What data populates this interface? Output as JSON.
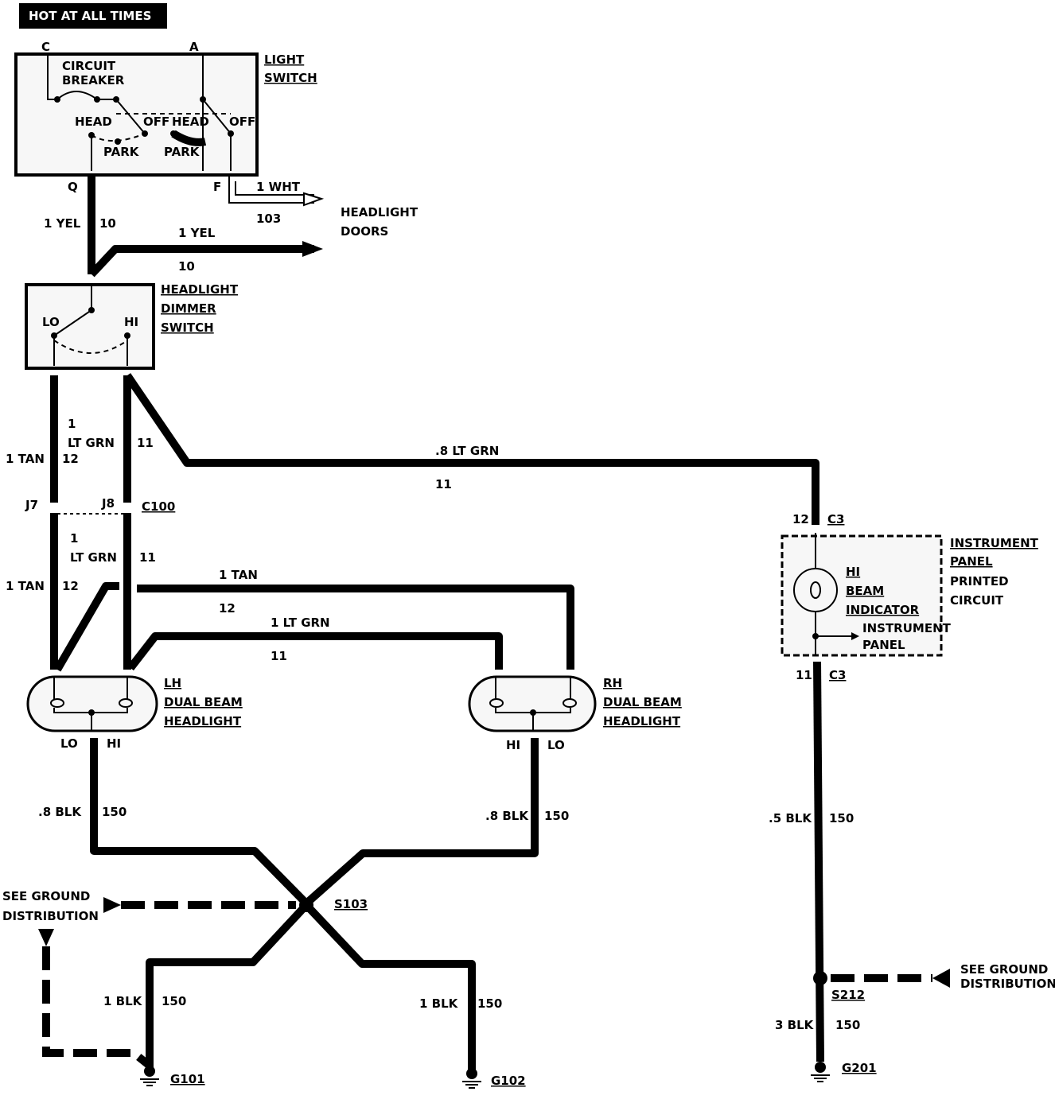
{
  "header": {
    "hot_label": "HOT AT ALL TIMES"
  },
  "light_switch": {
    "title1": "LIGHT",
    "title2": "SWITCH",
    "pin_c": "C",
    "pin_a": "A",
    "pin_q": "Q",
    "pin_f": "F",
    "circuit_breaker1": "CIRCUIT",
    "circuit_breaker2": "BREAKER",
    "head_left": "HEAD",
    "off_left": "OFF",
    "park_left": "PARK",
    "head_right": "HEAD",
    "off_right": "OFF",
    "park_right": "PARK"
  },
  "wires": {
    "q_gauge": "1 YEL",
    "q_circuit": "10",
    "f_gauge": "1 WHT",
    "f_circuit": "103",
    "yel_gauge": "1 YEL",
    "yel_circuit": "10",
    "lo_gauge": "1 TAN",
    "lo_circuit": "12",
    "hi_gauge1": "1",
    "hi_gauge2": "LT GRN",
    "hi_circuit": "11",
    "ind_gauge": ".8 LT GRN",
    "ind_circuit": "11",
    "lo2_gauge": "1 TAN",
    "lo2_circuit": "12",
    "hi2_gauge1": "1",
    "hi2_gauge2": "LT GRN",
    "hi2_circuit": "11",
    "tan_rh_gauge": "1 TAN",
    "tan_rh_circuit": "12",
    "grn_rh_gauge": "1 LT GRN",
    "grn_rh_circuit": "11",
    "lh_gnd_gauge": ".8 BLK",
    "lh_gnd_circuit": "150",
    "rh_gnd_gauge": ".8 BLK",
    "rh_gnd_circuit": "150",
    "ip_gnd_gauge": ".5 BLK",
    "ip_gnd_circuit": "150",
    "g101_gauge": "1 BLK",
    "g101_circuit": "150",
    "g102_gauge": "1 BLK",
    "g102_circuit": "150",
    "g201_gauge": "3 BLK",
    "g201_circuit": "150"
  },
  "headlight_doors": {
    "line1": "HEADLIGHT",
    "line2": "DOORS"
  },
  "dimmer": {
    "title1": "HEADLIGHT",
    "title2": "DIMMER",
    "title3": "SWITCH",
    "lo": "LO",
    "hi": "HI"
  },
  "connectors": {
    "j7": "J7",
    "j8": "J8",
    "c100": "C100",
    "c3_top_pin": "12",
    "c3_top": "C3",
    "c3_bot_pin": "11",
    "c3_bot": "C3"
  },
  "instrument_panel": {
    "title1": "INSTRUMENT",
    "title2": "PANEL",
    "title3": "PRINTED",
    "title4": "CIRCUIT",
    "ind1": "HI",
    "ind2": "BEAM",
    "ind3": "INDICATOR",
    "ip1": "INSTRUMENT",
    "ip2": "PANEL"
  },
  "lh_headlight": {
    "t1": "LH",
    "t2": "DUAL BEAM",
    "t3": "HEADLIGHT",
    "lo": "LO",
    "hi": "HI"
  },
  "rh_headlight": {
    "t1": "RH",
    "t2": "DUAL BEAM",
    "t3": "HEADLIGHT",
    "hi": "HI",
    "lo": "LO"
  },
  "grounds": {
    "see1": "SEE GROUND",
    "see2": "DISTRIBUTION",
    "see3": "SEE GROUND",
    "see4": "DISTRIBUTION",
    "s103": "S103",
    "s212": "S212",
    "g101": "G101",
    "g102": "G102",
    "g201": "G201"
  }
}
